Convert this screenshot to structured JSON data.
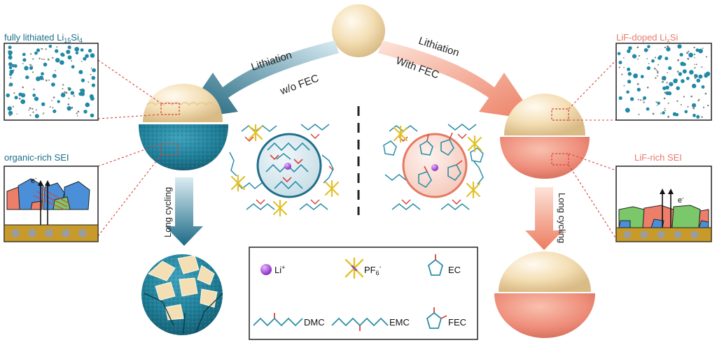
{
  "labels": {
    "left_top": "fully lithiated Li",
    "left_top_sub1": "15",
    "left_top_mid": "Si",
    "left_top_sub2": "4",
    "left_sei": "organic-rich SEI",
    "right_top": "LiF-doped Li",
    "right_top_sub": "x",
    "right_top_end": "Si",
    "right_sei": "LiF-rich SEI",
    "arrow_left_1": "Lithiation",
    "arrow_left_2": "w/o FEC",
    "arrow_right_1": "Lithiation",
    "arrow_right_2": "With FEC",
    "long_cycling_left": "Long cycling",
    "long_cycling_right": "Long cycling",
    "electron": "e",
    "electron_sup": "-"
  },
  "legend": {
    "li": "Li",
    "li_sup": "+",
    "pf6": "PF",
    "pf6_sub": "6",
    "pf6_sup": "-",
    "ec": "EC",
    "dmc": "DMC",
    "emc": "EMC",
    "fec": "FEC"
  },
  "colors": {
    "cream": "#f6e2bb",
    "teal": "#1f7d96",
    "teal_dark": "#155a70",
    "salmon": "#ee8f7c",
    "salmon_light": "#f7b39f",
    "label_teal": "#1a6e8a",
    "label_salmon": "#e87a6a",
    "dash_red": "#d9433a",
    "substrate": "#c79a2a",
    "lavender": "#a24fd0"
  }
}
